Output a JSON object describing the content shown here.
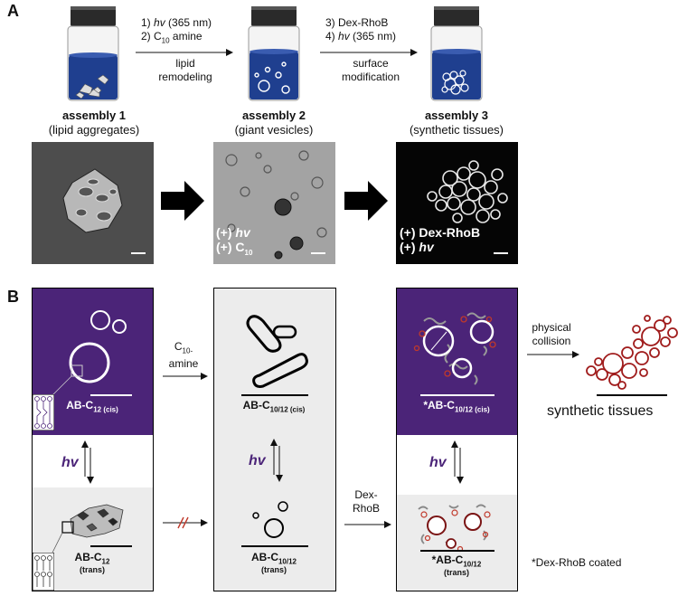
{
  "panel_a": {
    "letter": "A",
    "step1": {
      "line1_pre": "1) ",
      "line1_hv": "hv",
      "line1_post": " (365 nm)",
      "line2_pre": "2) C",
      "line2_sub": "10",
      "line2_post": " amine",
      "desc1": "lipid",
      "desc2": "remodeling"
    },
    "step2": {
      "line1": "3) Dex-RhoB",
      "line2_pre": "4) ",
      "line2_hv": "hv",
      "line2_post": " (365 nm)",
      "desc1": "surface",
      "desc2": "modification"
    },
    "assemblies": [
      {
        "title": "assembly 1",
        "subtitle": "(lipid aggregates)"
      },
      {
        "title": "assembly 2",
        "subtitle": "(giant vesicles)"
      },
      {
        "title": "assembly 3",
        "subtitle": "(synthetic tissues)"
      }
    ],
    "micro2_labels": {
      "l1_pre": "(+) ",
      "l1_hv": "hv",
      "l2_pre": "(+) C",
      "l2_sub": "10"
    },
    "micro3_labels": {
      "l1": "(+) Dex-RhoB",
      "l2_pre": "(+) ",
      "l2_hv": "hv"
    }
  },
  "panel_b": {
    "letter": "B",
    "box1": {
      "top_pre": "AB-C",
      "top_sub": "12 (cis)",
      "hv": "hv",
      "bottom_pre": "AB-C",
      "bottom_sub": "12",
      "bottom_note": "(trans)"
    },
    "arrow1": {
      "line1_pre": "C",
      "line1_sub": "10-",
      "line2": "amine"
    },
    "box2": {
      "top_pre": "AB-C",
      "top_sub": "10/12 (cis)",
      "hv": "hv",
      "bottom_pre": "AB-C",
      "bottom_sub": "10/12",
      "bottom_note": "(trans)"
    },
    "arrow2": {
      "line1": "Dex-",
      "line2": "RhoB"
    },
    "box3": {
      "top_pre": "*AB-C",
      "top_sub": "10/12 (cis)",
      "hv": "hv",
      "bottom_pre": "*AB-C",
      "bottom_sub": "10/12",
      "bottom_note": "(trans)"
    },
    "collision": {
      "line1": "physical",
      "line2": "collision"
    },
    "tissues_label": "synthetic tissues",
    "footnote": "*Dex-RhoB coated"
  },
  "colors": {
    "purple": "#4b2478",
    "grey": "#ececec",
    "red": "#a01c1c",
    "jar_blue": "#1f3f8f"
  }
}
